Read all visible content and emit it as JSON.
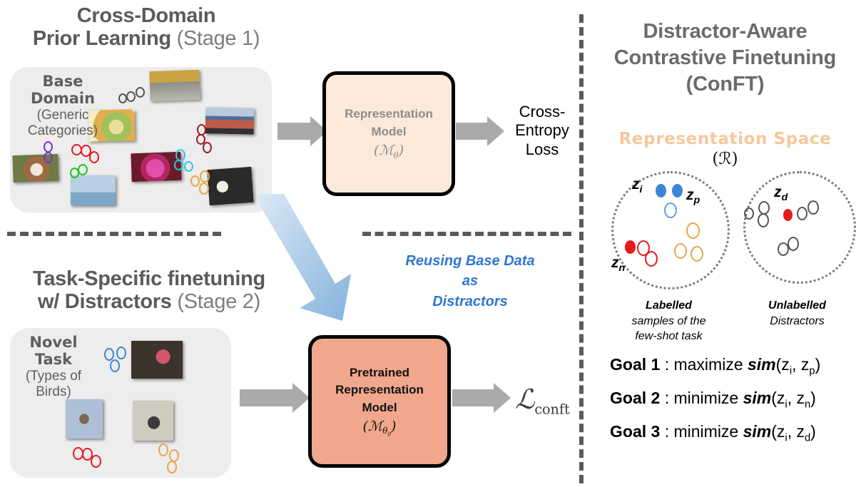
{
  "stage1": {
    "title_bold": "Cross-Domain\nPrior Learning",
    "title_line1": "Cross-Domain",
    "title_line2": "Prior Learning",
    "title_light": " (Stage 1)",
    "panel": {
      "label_line1": "Base",
      "label_line2": "Domain",
      "label_line3": "(Generic",
      "label_line4": "Categories)"
    },
    "model": {
      "line1": "Representation",
      "line2": "Model",
      "symbol": "(ℳ",
      "symbol_sub": "θ",
      "symbol_end": ")"
    },
    "output_label_line1": "Cross-",
    "output_label_line2": "Entropy",
    "output_label_line3": "Loss"
  },
  "stage2": {
    "title_line1": "Task-Specific finetuning",
    "title_line2": "w/ Distractors",
    "title_light": " (Stage 2)",
    "panel": {
      "label_line1": "Novel",
      "label_line2": "Task",
      "label_line3": "(Types of",
      "label_line4": "Birds)"
    },
    "model": {
      "line1": "Pretrained",
      "line2": "Representation",
      "line3": "Model",
      "symbol": "(ℳ",
      "symbol_sub": "θ",
      "symbol_sub2": "0",
      "symbol_end": ")"
    },
    "loss_symbol": "ℒ",
    "loss_sub": "conft"
  },
  "transfer_note": {
    "line1": "Reusing Base Data",
    "line2": "as",
    "line3": "Distractors",
    "color": "#2f76d2"
  },
  "right": {
    "title_line1": "Distractor-Aware",
    "title_line2": "Contrastive Finetuning",
    "title_line3": "(ConFT)",
    "space_title": "Representation Space",
    "space_symbol": "(ℛ)",
    "space_title_color": "#f7c79a",
    "labels": {
      "zi": "z",
      "zi_sub": "i",
      "zp": "z",
      "zp_sub": "p",
      "zn": "z",
      "zn_sub": "n",
      "zd": "z",
      "zd_sub": "d"
    },
    "caption_left_bold": "Labelled",
    "caption_left_1": "samples of the",
    "caption_left_2": "few-shot task",
    "caption_right_bold": "Unlabelled",
    "caption_right_1": "Distractors",
    "goals": [
      {
        "name": "Goal 1",
        "sep": " : ",
        "verb": "maximize ",
        "fn": "sim",
        "open": "(z",
        "a": "i",
        "mid": ", z",
        "b": "p",
        "close": ")"
      },
      {
        "name": "Goal 2",
        "sep": " : ",
        "verb": "minimize ",
        "fn": "sim",
        "open": "(z",
        "a": "i",
        "mid": ", z",
        "b": "n",
        "close": ")"
      },
      {
        "name": "Goal 3",
        "sep": " : ",
        "verb": "minimize ",
        "fn": "sim",
        "open": "(z",
        "a": "i",
        "mid": ", z",
        "b": "d",
        "close": ")"
      }
    ]
  },
  "colors": {
    "arrow_gray": "#aaaaaa",
    "panel_gray": "#ededed",
    "box1_fill": "#fbead9",
    "box2_fill": "#f0a78c",
    "blue_marker": "#3b86d6",
    "red_marker": "#e8181d",
    "orange_marker": "#e8a54a",
    "gray_marker": "#555555"
  }
}
